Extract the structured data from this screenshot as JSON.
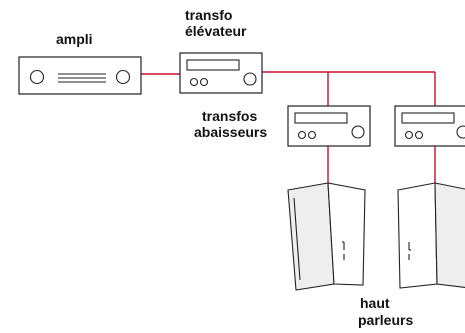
{
  "labels": {
    "ampli": "ampli",
    "transfo_eleveur_line1": "transfo",
    "transfo_eleveur_line2": "élévateur",
    "transfos_abaisseurs_line1": "transfos",
    "transfos_abaisseurs_line2": "abaisseurs",
    "haut_parleurs_line1": "haut",
    "haut_parleurs_line2": "parleurs"
  },
  "colors": {
    "wire": "#c8102e",
    "outline": "#222222"
  }
}
